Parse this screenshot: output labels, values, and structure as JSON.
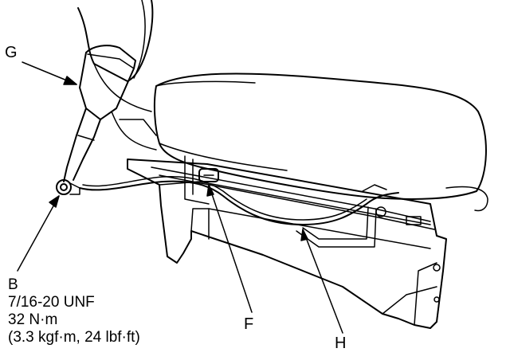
{
  "labels": {
    "g": "G",
    "f": "F",
    "h": "H"
  },
  "bolt_spec": {
    "letter": "B",
    "thread": "7/16-20 UNF",
    "torque_nm": "32 N·m",
    "torque_alt": "(3.3 kgf·m, 24 lbf·ft)"
  },
  "colors": {
    "line": "#000000",
    "background": "#ffffff"
  }
}
